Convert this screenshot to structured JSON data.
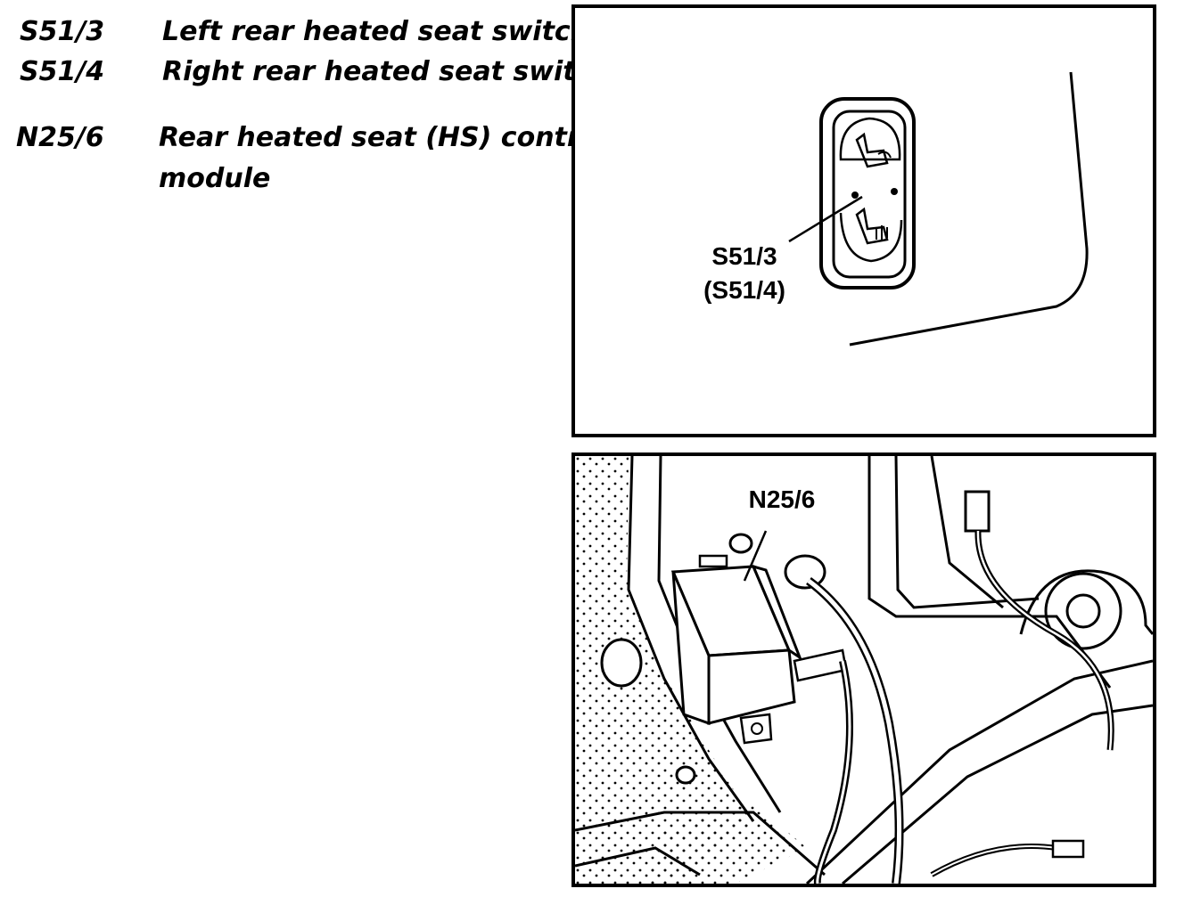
{
  "legend": [
    {
      "code": "S51/3",
      "label": "Left rear heated seat switch"
    },
    {
      "code": "S51/4",
      "label": "Right rear heated seat switch"
    },
    {
      "code": "N25/6",
      "label_line1": "Rear heated seat (HS) control",
      "label_line2": "module"
    }
  ],
  "figure_top": {
    "callout_line1": "S51/3",
    "callout_line2": "(S51/4)"
  },
  "figure_bottom": {
    "callout": "N25/6"
  }
}
